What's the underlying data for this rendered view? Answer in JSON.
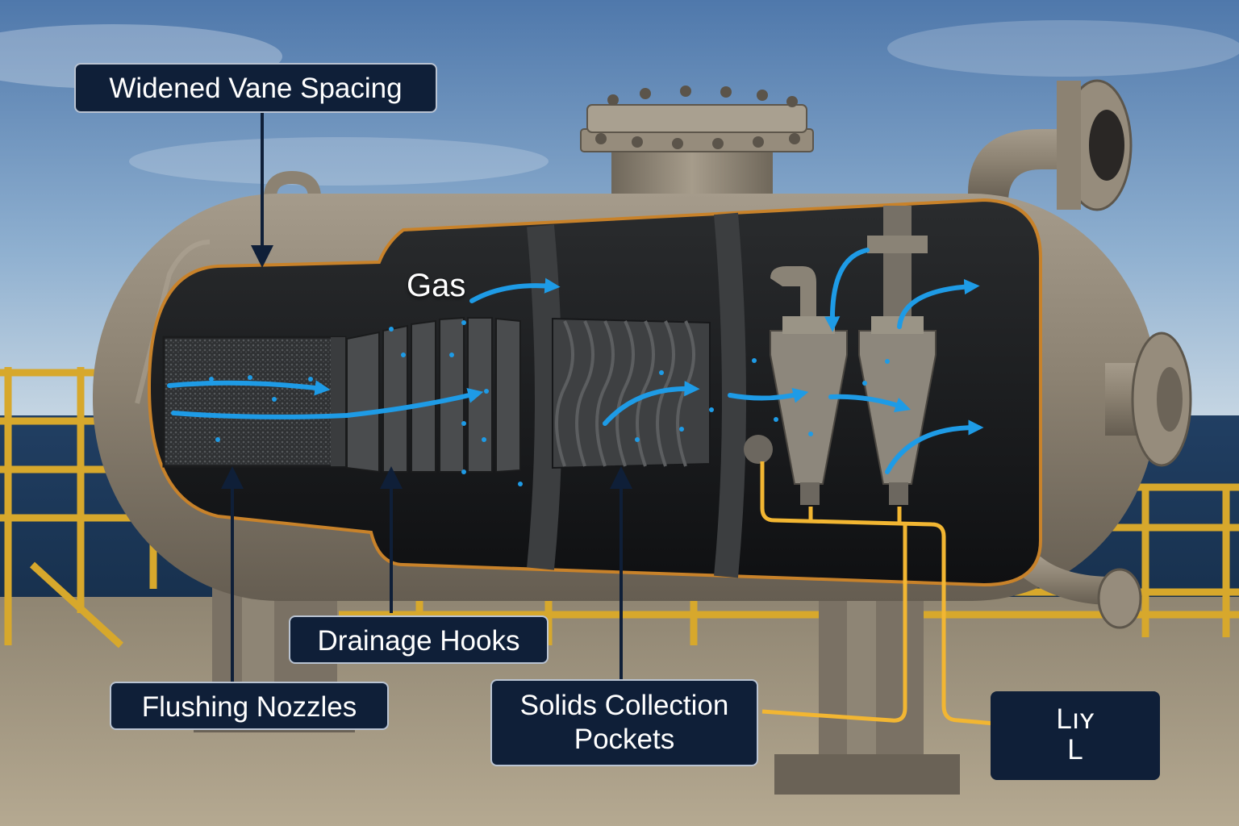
{
  "labels": {
    "widened_vane_spacing": "Widened Vane Spacing",
    "drainage_hooks": "Drainage Hooks",
    "flushing_nozzles": "Flushing Nozzles",
    "solids_collection_line1": "Solids Collection",
    "solids_collection_line2": "Pockets",
    "gas": "Gas",
    "outlet_box_line1": "Lıʏ",
    "outlet_box_line2": "L"
  },
  "colors": {
    "callout_background": "#0f1f38",
    "callout_border": "#b9c3d2",
    "flow_arrows": "#1e9be6",
    "drain_lines": "#f2b632",
    "railing": "#d7a82c",
    "vessel_steel": "#8c8272",
    "vessel_interior": "#16181a",
    "sea": "#1d3a5c",
    "deck": "#a89c86"
  },
  "icons": {
    "flow": "flow-arrow",
    "leader": "arrow-leader",
    "drain": "yellow-drain-line"
  }
}
